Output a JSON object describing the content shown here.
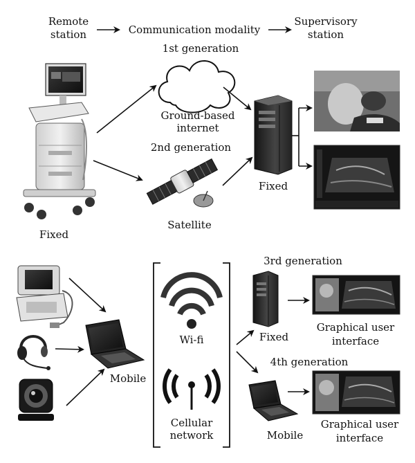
{
  "header": {
    "remote_station_line1": "Remote",
    "remote_station_line2": "station",
    "communication_modality": "Communication modality",
    "supervisory_station_line1": "Supervisory",
    "supervisory_station_line2": "station"
  },
  "top_section": {
    "gen1_label": "1st generation",
    "ground_internet_line1": "Ground-based",
    "ground_internet_line2": "internet",
    "gen2_label": "2nd generation",
    "satellite_label": "Satellite",
    "server_label": "Fixed",
    "remote_label": "Fixed"
  },
  "bottom_section": {
    "mobile_label": "Mobile",
    "wifi_label": "Wi-fi",
    "cellular_line1": "Cellular",
    "cellular_line2": "network",
    "gen3_label": "3rd generation",
    "gen3_device_label": "Fixed",
    "gen3_gui_line1": "Graphical user",
    "gen3_gui_line2": "interface",
    "gen4_label": "4th generation",
    "gen4_device_label": "Mobile",
    "gen4_gui_line1": "Graphical user",
    "gen4_gui_line2": "interface"
  },
  "colors": {
    "ink": "#111111",
    "device_dark": "#2a2a2a",
    "device_light": "#d8d8d8",
    "screen_dark": "#1b1b1b"
  }
}
